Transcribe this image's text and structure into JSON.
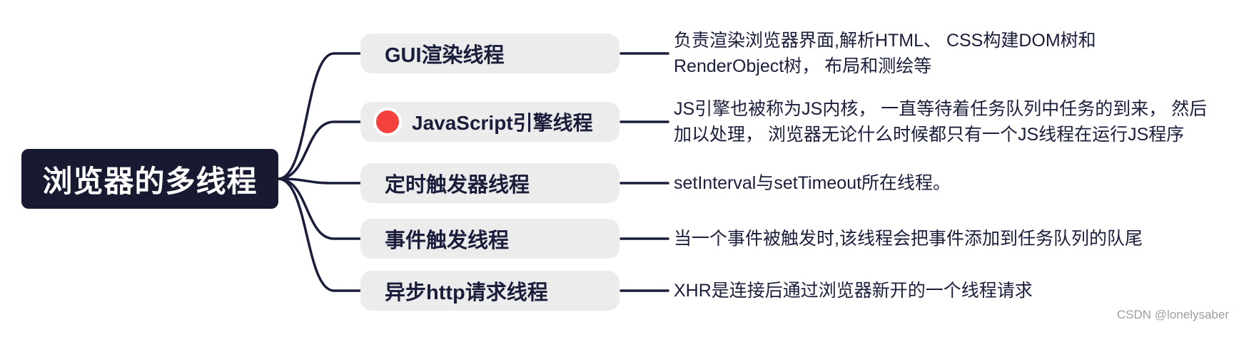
{
  "colors": {
    "navy": "#1a1e3b",
    "node-bg": "#171a31",
    "node-text": "#ffffff",
    "pill-bg": "#ececec",
    "red-dot": "#f5413d",
    "watermark": "#9e9e9e"
  },
  "central": {
    "label": "浏览器的多线程"
  },
  "branches": [
    {
      "label": "GUI渲染线程",
      "desc_line1": "负责渲染浏览器界面,解析HTML、 CSS构建DOM树和",
      "desc_line2": "RenderObject树， 布局和测绘等"
    },
    {
      "label": "JavaScript引擎线程",
      "icon": "red-circle",
      "desc_line1": "JS引擎也被称为JS内核， 一直等待着任务队列中任务的到来， 然后",
      "desc_line2": "加以处理， 浏览器无论什么时候都只有一个JS线程在运行JS程序"
    },
    {
      "label": "定时触发器线程",
      "desc_line1": "setInterval与setTimeout所在线程。"
    },
    {
      "label": "事件触发线程",
      "desc_line1": "当一个事件被触发时,该线程会把事件添加到任务队列的队尾"
    },
    {
      "label": "异步http请求线程",
      "desc_line1": "XHR是连接后通过浏览器新开的一个线程请求"
    }
  ],
  "watermark": "CSDN @lonelysaber"
}
